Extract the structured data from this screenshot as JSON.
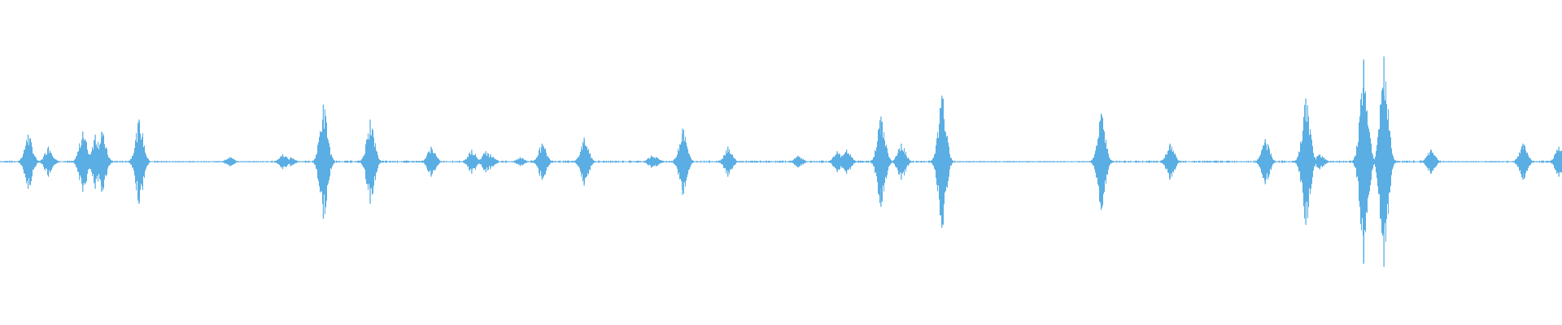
{
  "waveform": {
    "color": "#5aaee3",
    "background": "#ffffff",
    "peaks": [
      {
        "t": 0.018,
        "a": 0.18
      },
      {
        "t": 0.031,
        "a": 0.1
      },
      {
        "t": 0.053,
        "a": 0.2
      },
      {
        "t": 0.061,
        "a": 0.18
      },
      {
        "t": 0.065,
        "a": 0.2
      },
      {
        "t": 0.089,
        "a": 0.28
      },
      {
        "t": 0.147,
        "a": 0.03
      },
      {
        "t": 0.181,
        "a": 0.05
      },
      {
        "t": 0.186,
        "a": 0.03
      },
      {
        "t": 0.207,
        "a": 0.38
      },
      {
        "t": 0.237,
        "a": 0.28
      },
      {
        "t": 0.276,
        "a": 0.1
      },
      {
        "t": 0.302,
        "a": 0.08
      },
      {
        "t": 0.311,
        "a": 0.07
      },
      {
        "t": 0.314,
        "a": 0.05
      },
      {
        "t": 0.333,
        "a": 0.03
      },
      {
        "t": 0.347,
        "a": 0.12
      },
      {
        "t": 0.374,
        "a": 0.16
      },
      {
        "t": 0.417,
        "a": 0.04
      },
      {
        "t": 0.42,
        "a": 0.03
      },
      {
        "t": 0.437,
        "a": 0.22
      },
      {
        "t": 0.466,
        "a": 0.1
      },
      {
        "t": 0.511,
        "a": 0.04
      },
      {
        "t": 0.536,
        "a": 0.07
      },
      {
        "t": 0.542,
        "a": 0.08
      },
      {
        "t": 0.564,
        "a": 0.3
      },
      {
        "t": 0.577,
        "a": 0.12
      },
      {
        "t": 0.603,
        "a": 0.44
      },
      {
        "t": 0.705,
        "a": 0.32
      },
      {
        "t": 0.749,
        "a": 0.12
      },
      {
        "t": 0.81,
        "a": 0.15
      },
      {
        "t": 0.836,
        "a": 0.42
      },
      {
        "t": 0.845,
        "a": 0.05
      },
      {
        "t": 0.873,
        "a": 0.68
      },
      {
        "t": 0.886,
        "a": 0.7
      },
      {
        "t": 0.916,
        "a": 0.08
      },
      {
        "t": 0.975,
        "a": 0.12
      },
      {
        "t": 0.998,
        "a": 0.1
      }
    ],
    "quiet_segments": [
      [
        0.108,
        0.172
      ],
      [
        0.612,
        0.7
      ],
      [
        0.922,
        0.96
      ]
    ]
  }
}
